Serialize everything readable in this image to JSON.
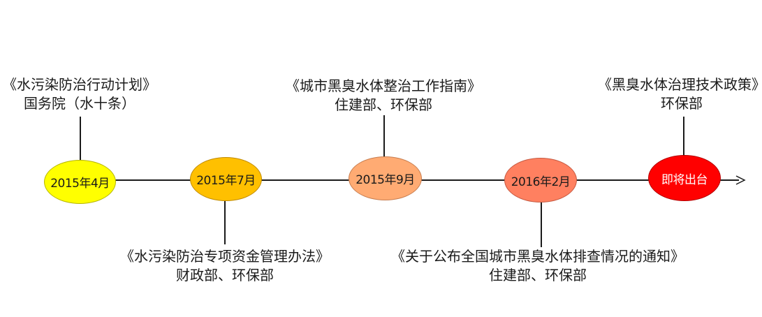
{
  "timeline": {
    "nodes": [
      {
        "label": "2015年4月",
        "fill": "#ffff00",
        "border": "#b5b500"
      },
      {
        "label": "2015年7月",
        "fill": "#ffc000",
        "border": "#c08a00"
      },
      {
        "label": "2015年9月",
        "fill": "#ffab73",
        "border": "#c77d4f"
      },
      {
        "label": "2016年2月",
        "fill": "#ff8060",
        "border": "#c65a42"
      },
      {
        "label": "即将出台",
        "fill": "#ff0000",
        "border": "#b30000",
        "text_color": "#ffffff"
      }
    ],
    "annotations": [
      {
        "title": "《水污染防治行动计划》",
        "issuer": "国务院（水十条）"
      },
      {
        "title": "《水污染防治专项资金管理办法》",
        "issuer": "财政部、环保部"
      },
      {
        "title": "《城市黑臭水体整治工作指南》",
        "issuer": "住建部、环保部"
      },
      {
        "title": "《关于公布全国城市黑臭水体排查情况的通知》",
        "issuer": "住建部、环保部"
      },
      {
        "title": "《黑臭水体治理技术政策》",
        "issuer": "环保部"
      }
    ]
  }
}
